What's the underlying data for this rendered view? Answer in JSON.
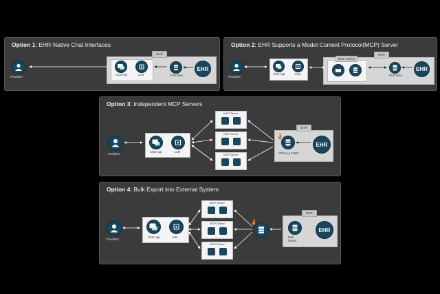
{
  "colors": {
    "background": "#000000",
    "panel": "#3b3b3b",
    "node": "#17465f",
    "box": "#d6d6d6",
    "flame": "#e8742b"
  },
  "option1": {
    "title_bold": "Option 1",
    "title_rest": ": EHR-Native Chat Interfaces",
    "ehr_tag": "EHR",
    "providers": "Providers",
    "chat_app": "Chat App",
    "llm": "LLM",
    "ehr_data": "EHR Data",
    "ehr": "EHR"
  },
  "option2": {
    "title_bold": "Option 2",
    "title_rest": ": EHR Supports a Model Context Protocol(MCP) Server",
    "ehr_tag": "EHR",
    "mcp_tag": "MCP Server",
    "providers": "Providers",
    "chat_app": "Chat App",
    "llm": "LLM",
    "ehr_data": "EHR Data",
    "ehr": "EHR"
  },
  "option3": {
    "title_bold": "Option 3",
    "title_rest": ": Independent MCP Servers",
    "ehr_tag": "EHR",
    "mcp_tags": [
      "MCP Server",
      "MCP Server",
      "MCP Server"
    ],
    "providers": "Providers",
    "chat_app": "Chat App",
    "llm": "LLM",
    "apis": "APIs (e.g FHIR)",
    "ehr": "EHR"
  },
  "option4": {
    "title_bold": "Option 4",
    "title_rest": ": Bulk Export into External System",
    "ehr_tag": "EHR",
    "mcp_tags": [
      "MCP Server",
      "MCP Server",
      "MCP Server"
    ],
    "providers": "Providers",
    "chat_app": "Chat App",
    "llm": "LLM",
    "bulk_export": "Bulk\nExport",
    "ehr": "EHR"
  }
}
